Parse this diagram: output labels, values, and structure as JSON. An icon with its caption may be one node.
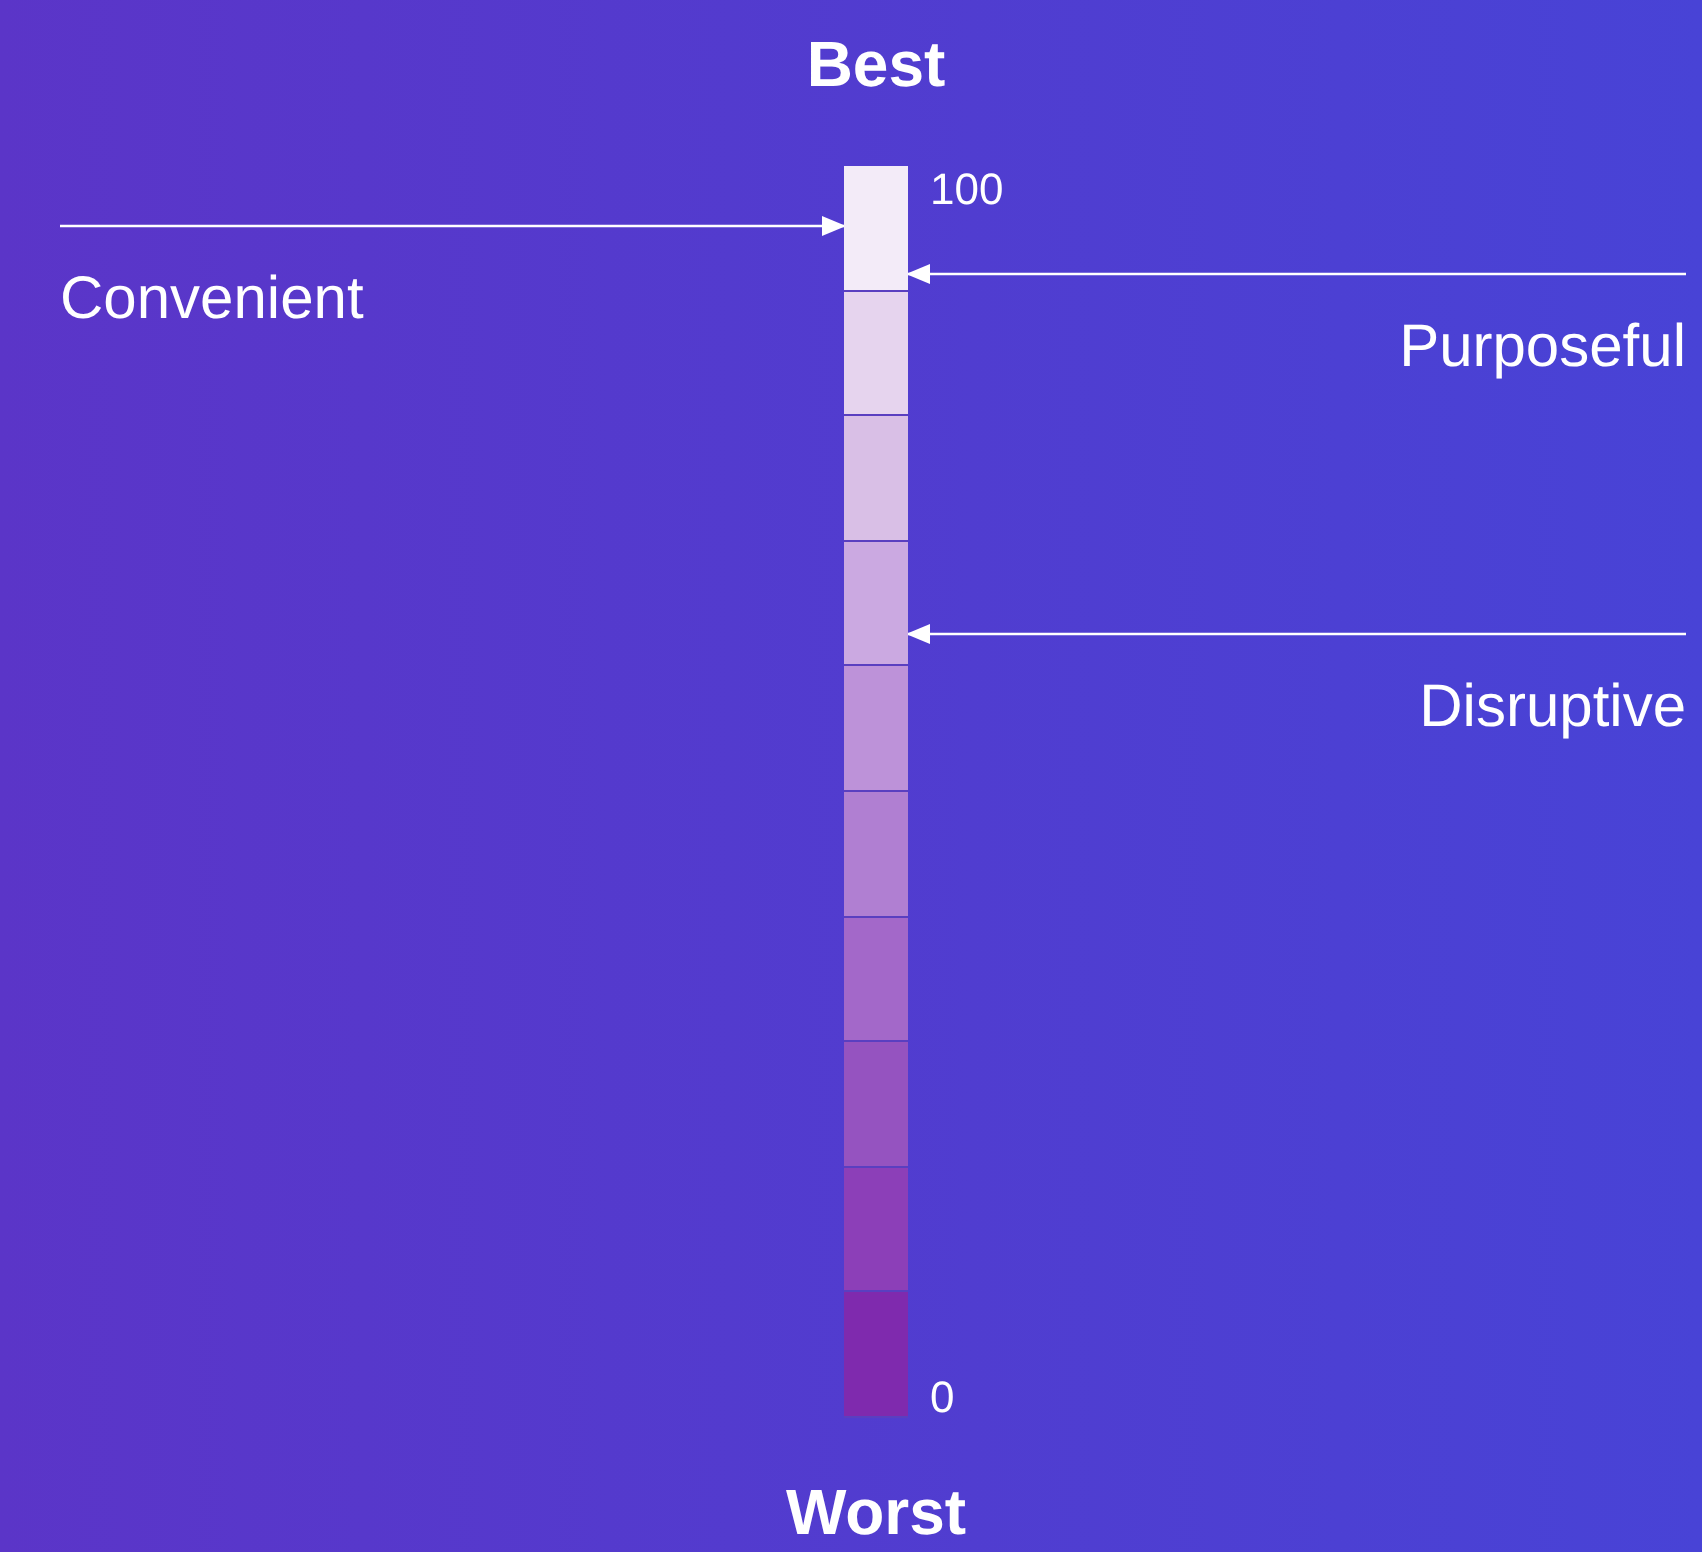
{
  "diagram": {
    "nodes": [
      {
        "text": [
          "Convenient"
        ]
      },
      {
        "text": [
          "Purposeful"
        ]
      },
      {
        "text": [
          "Disruptive"
        ]
      },
      {
        "text": [],
        "shape": "bar"
      },
      {
        "text": [],
        "shape": "bar"
      },
      {
        "text": [],
        "shape": "bar"
      },
      {
        "text": [],
        "shape": "bar"
      },
      {
        "text": [],
        "shape": "bar"
      },
      {
        "text": [],
        "shape": "bar"
      },
      {
        "text": [],
        "shape": "bar"
      },
      {
        "text": [],
        "shape": "bar"
      },
      {
        "text": [],
        "shape": "bar"
      },
      {
        "text": [],
        "shape": "bar"
      }
    ],
    "edges": [
      {
        "from": 0,
        "to": 3,
        "arrow": "to"
      },
      {
        "from": 1,
        "to": 3,
        "arrow": "to"
      },
      {
        "from": 2,
        "to": 6,
        "arrow": "to"
      }
    ],
    "labels": [
      "Best",
      "100",
      "0",
      "Worst"
    ]
  }
}
